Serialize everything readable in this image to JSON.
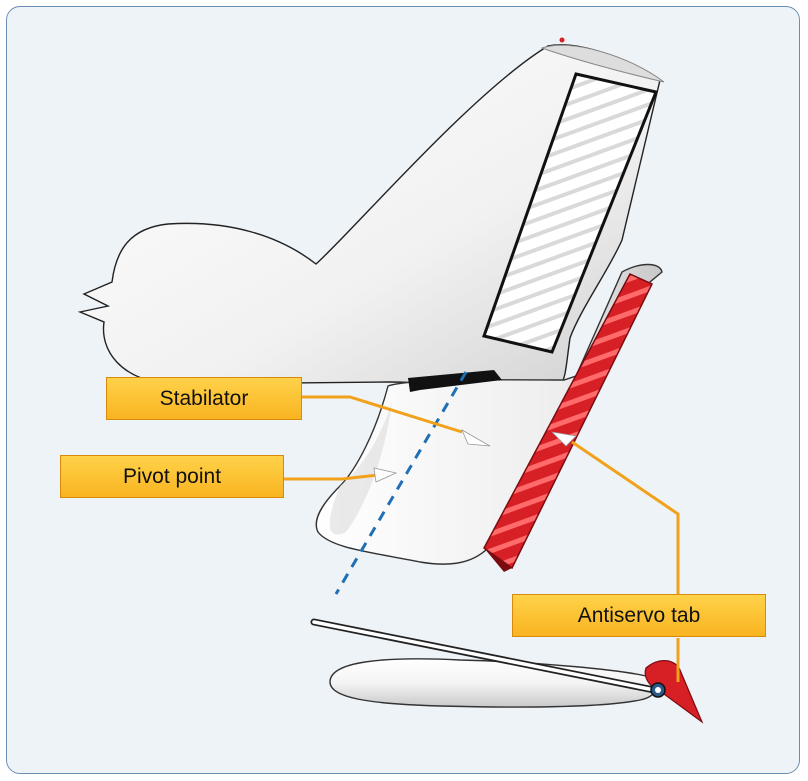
{
  "labels": {
    "stabilator": "Stabilator",
    "pivot_point": "Pivot point",
    "antiservo_tab": "Antiservo tab"
  },
  "colors": {
    "frame_border": "#6b8fb3",
    "background": "#eef3f8",
    "callout_fill": "#fbbd2b",
    "callout_border": "#d88a0c",
    "leader_line": "#f2a11b",
    "antiservo_tab": "#d71f26",
    "pivot_axis": "#1f6fb5"
  }
}
